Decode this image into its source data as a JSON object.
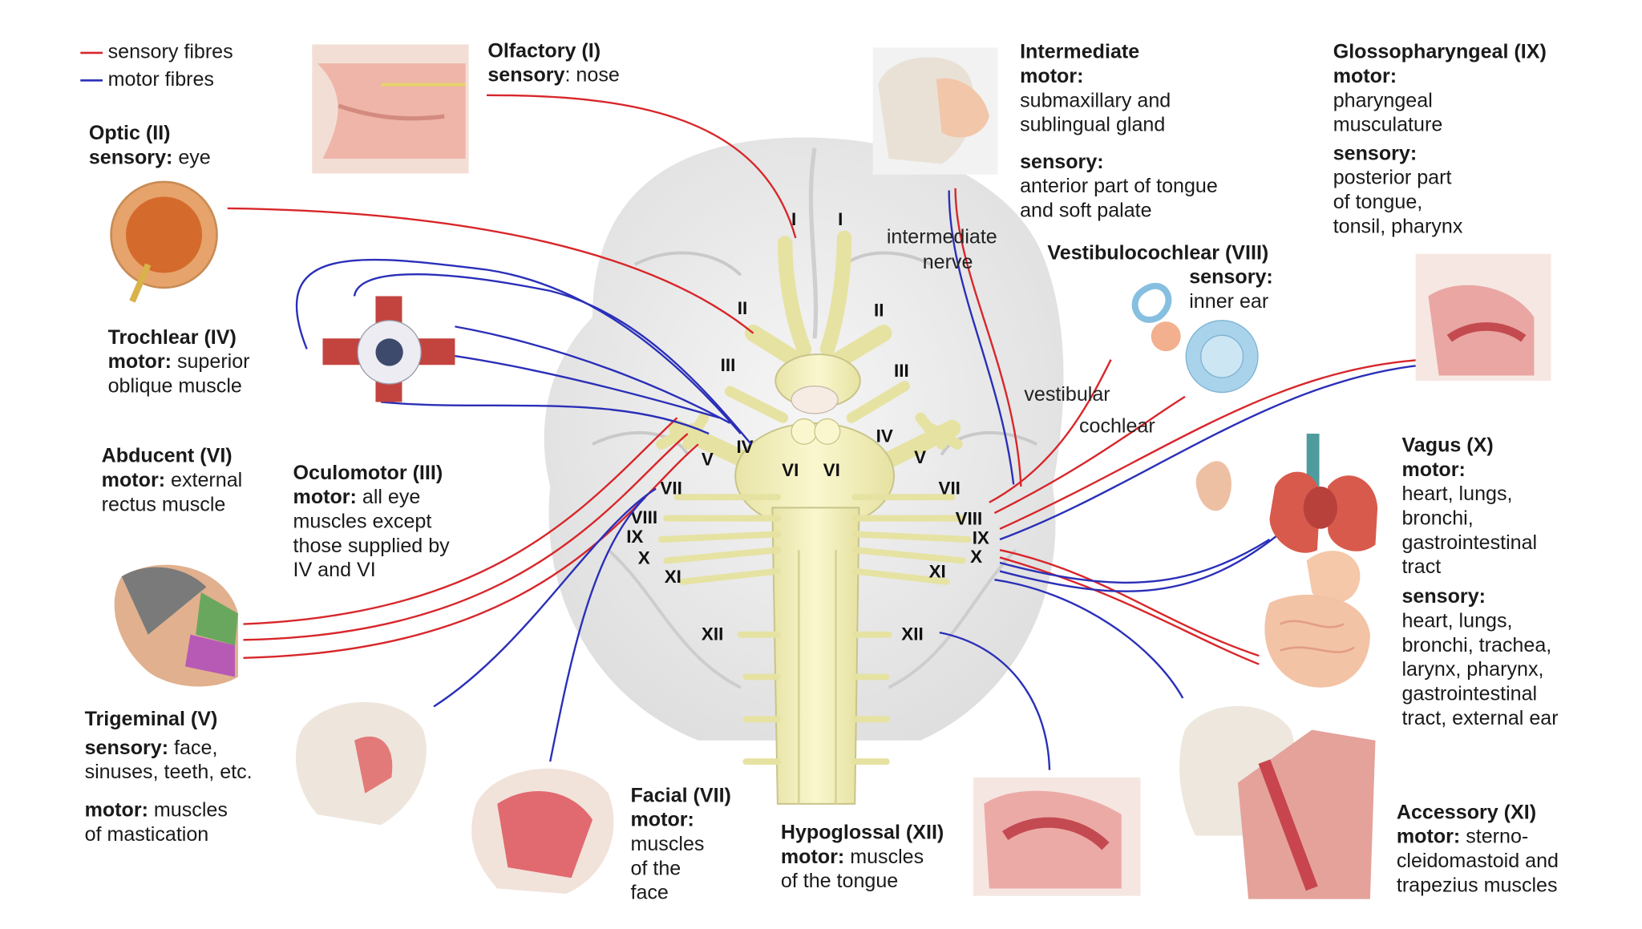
{
  "legend": {
    "sensory": "sensory fibres",
    "motor": "motor fibres",
    "sensory_color": "#d8262a",
    "motor_color": "#2a2fb8"
  },
  "nerves": {
    "olfactory": {
      "title": "Olfactory (I)",
      "sensory_label": "sensory",
      "sensory_text": ": nose"
    },
    "optic": {
      "title": "Optic (II)",
      "sensory_label": "sensory:",
      "sensory_text": " eye"
    },
    "trochlear": {
      "title": "Trochlear (IV)",
      "motor_label": "motor:",
      "motor_text": " superior",
      "motor_text2": "oblique muscle"
    },
    "abducent": {
      "title": "Abducent (VI)",
      "motor_label": "motor:",
      "motor_text": " external",
      "motor_text2": "rectus muscle"
    },
    "oculomotor": {
      "title": "Oculomotor (III)",
      "motor_label": "motor:",
      "motor_text": " all eye",
      "lines": [
        "muscles except",
        "those supplied by",
        "IV and VI"
      ]
    },
    "trigeminal": {
      "title": "Trigeminal (V)",
      "sensory_label": "sensory:",
      "sensory_text": " face,",
      "sensory_text2": "sinuses, teeth, etc.",
      "motor_label": "motor:",
      "motor_text": " muscles",
      "motor_text2": "of mastication"
    },
    "facial": {
      "title": "Facial (VII)",
      "motor_label": "motor:",
      "lines": [
        "muscles",
        "of the",
        "face"
      ]
    },
    "hypoglossal": {
      "title": "Hypoglossal (XII)",
      "motor_label": "motor:",
      "motor_text": " muscles",
      "motor_text2": "of the tongue"
    },
    "intermediate": {
      "title": "Intermediate",
      "motor_label": "motor:",
      "motor_lines": [
        "submaxillary and",
        "sublingual gland"
      ],
      "sensory_label": "sensory:",
      "sensory_lines": [
        "anterior part of tongue",
        "and soft palate"
      ]
    },
    "glossopharyngeal": {
      "title": "Glossopharyngeal (IX)",
      "motor_label": "motor:",
      "motor_lines": [
        "pharyngeal",
        "musculature"
      ],
      "sensory_label": "sensory:",
      "sensory_lines": [
        "posterior part",
        "of tongue,",
        "tonsil, pharynx"
      ]
    },
    "vestibulocochlear": {
      "title": "Vestibulocochlear (VIII)",
      "sensory_label": "sensory:",
      "sensory_text": "inner ear"
    },
    "vagus": {
      "title": "Vagus (X)",
      "motor_label": "motor:",
      "motor_lines": [
        "heart, lungs,",
        "bronchi,",
        "gastrointestinal",
        "tract"
      ],
      "sensory_label": "sensory:",
      "sensory_lines": [
        "heart, lungs,",
        "bronchi, trachea,",
        "larynx, pharynx,",
        "gastrointestinal",
        "tract, external ear"
      ]
    },
    "accessory": {
      "title": "Accessory (XI)",
      "motor_label": "motor:",
      "motor_text": " sterno-",
      "motor_lines": [
        "cleidomastoid and",
        "trapezius muscles"
      ]
    }
  },
  "annotations": {
    "intermediate_nerve_1": "intermediate",
    "intermediate_nerve_2": "nerve",
    "vestibular": "vestibular",
    "cochlear": "cochlear"
  },
  "numerals": {
    "I": "I",
    "II": "II",
    "III": "III",
    "IV": "IV",
    "V": "V",
    "VI": "VI",
    "VII": "VII",
    "VIII": "VIII",
    "IX": "IX",
    "X": "X",
    "XI": "XI",
    "XII": "XII"
  }
}
